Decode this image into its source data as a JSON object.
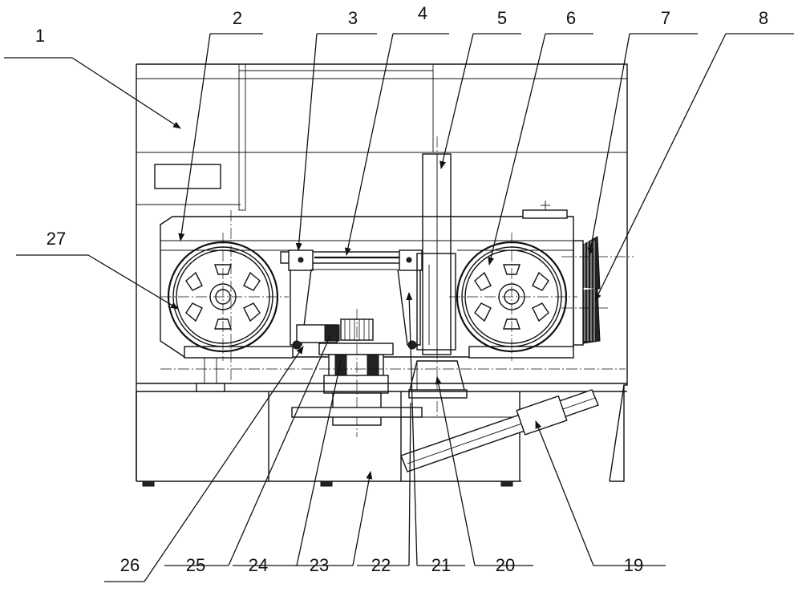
{
  "labels": {
    "l1": "1",
    "l2": "2",
    "l3": "3",
    "l4": "4",
    "l5": "5",
    "l6": "6",
    "l7": "7",
    "l8": "8",
    "l19": "19",
    "l20": "20",
    "l21": "21",
    "l22": "22",
    "l23": "23",
    "l24": "24",
    "l25": "25",
    "l26": "26",
    "l27": "27"
  }
}
